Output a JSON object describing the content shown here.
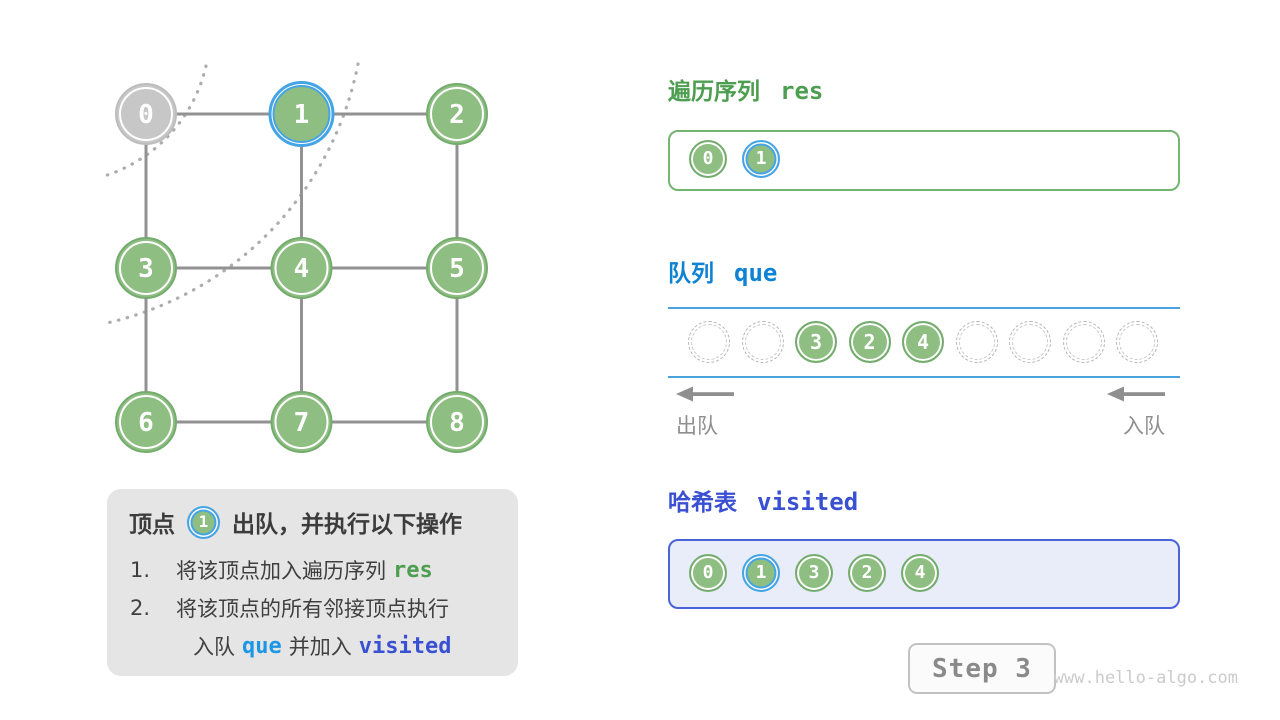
{
  "colors": {
    "node_green": "#8FBE82",
    "node_green_border": "#74AC6E",
    "node_gray": "#C7C7C7",
    "node_gray_border": "#BDBDBD",
    "ring_blue": "#45A4E6",
    "edge_gray": "#929292",
    "arc_gray": "#ADADAD",
    "green_text": "#4D9E50",
    "azure_text": "#0E83D4",
    "indigo_text": "#3A50D2",
    "que_code_blue": "#1E96E6",
    "queue_line_blue": "#4BA2DF",
    "res_box_border": "#76B471",
    "visited_box_border": "#4A63D8",
    "visited_box_bg": "#E9EDF9",
    "info_box_bg": "#E5E5E5",
    "dark_text": "#3C3C3C",
    "muted_gray": "#8F8F8F",
    "step_text": "#8A8A8A",
    "watermark_gray": "#CBCBCB"
  },
  "graph": {
    "nodes": [
      {
        "label": "0",
        "state": "processed"
      },
      {
        "label": "1",
        "state": "current"
      },
      {
        "label": "2",
        "state": "default"
      },
      {
        "label": "3",
        "state": "default"
      },
      {
        "label": "4",
        "state": "default"
      },
      {
        "label": "5",
        "state": "default"
      },
      {
        "label": "6",
        "state": "default"
      },
      {
        "label": "7",
        "state": "default"
      },
      {
        "label": "8",
        "state": "default"
      }
    ],
    "edges": [
      [
        0,
        1
      ],
      [
        1,
        2
      ],
      [
        3,
        4
      ],
      [
        4,
        5
      ],
      [
        6,
        7
      ],
      [
        7,
        8
      ],
      [
        0,
        3
      ],
      [
        3,
        6
      ],
      [
        1,
        4
      ],
      [
        4,
        7
      ],
      [
        2,
        5
      ],
      [
        5,
        8
      ]
    ]
  },
  "res_panel": {
    "title_zh": "遍历序列",
    "title_code": "res",
    "items": [
      {
        "label": "0"
      },
      {
        "label": "1",
        "highlight": true
      }
    ]
  },
  "queue_panel": {
    "title_zh": "队列",
    "title_code": "que",
    "slots": [
      null,
      null,
      "3",
      "2",
      "4",
      null,
      null,
      null,
      null
    ],
    "dequeue_label": "出队",
    "enqueue_label": "入队"
  },
  "visited_panel": {
    "title_zh": "哈希表",
    "title_code": "visited",
    "items": [
      {
        "label": "0"
      },
      {
        "label": "1",
        "highlight": true
      },
      {
        "label": "3"
      },
      {
        "label": "2"
      },
      {
        "label": "4"
      }
    ]
  },
  "info_box": {
    "title_prefix": "顶点",
    "title_node": "1",
    "title_suffix": "出队，并执行以下操作",
    "line1_num": "1.",
    "line1_text": "将该顶点加入遍历序列",
    "line1_code": "res",
    "line2_num": "2.",
    "line2_text": "将该顶点的所有邻接顶点执行",
    "line3_pre": "入队",
    "line3_code1": "que",
    "line3_mid": "并加入",
    "line3_code2": "visited"
  },
  "step": {
    "label": "Step 3"
  },
  "watermark": "www.hello-algo.com"
}
